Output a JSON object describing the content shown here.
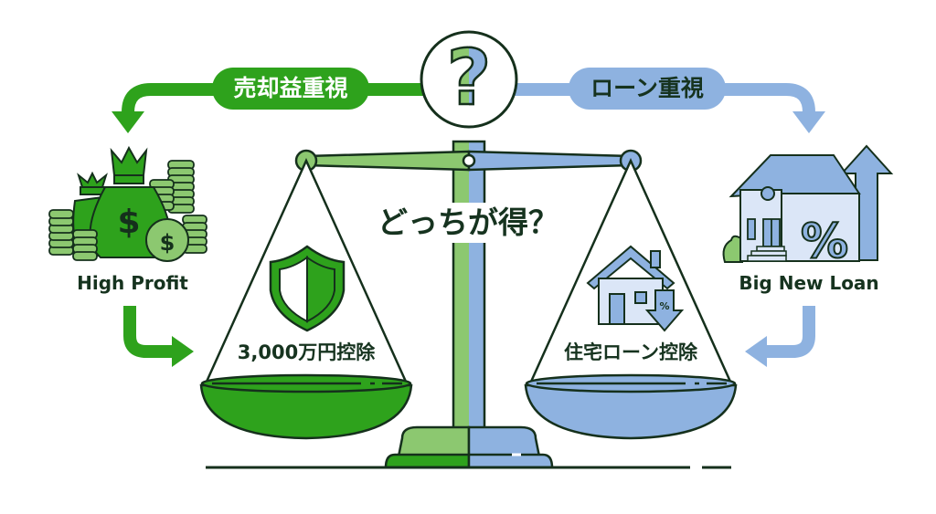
{
  "center": {
    "question_mark": "?",
    "headline": "どっちが得？"
  },
  "left": {
    "pill_label": "売却益重視",
    "icon_caption": "High Profit",
    "pan_label": "3,000万円控除",
    "pan_icon": "shield-icon",
    "icon": "money-bags-icon"
  },
  "right": {
    "pill_label": "ローン重視",
    "icon_caption": "Big New Loan",
    "pan_label": "住宅ローン控除",
    "pan_icon": "house-rate-down-icon",
    "icon": "house-percent-up-icon"
  },
  "colors": {
    "green_dark": "#2ea21c",
    "green_light": "#8cc870",
    "blue": "#8eb2e0",
    "blue_light": "#dbe6f7",
    "outline": "#15301c",
    "text_dark": "#16331f"
  }
}
